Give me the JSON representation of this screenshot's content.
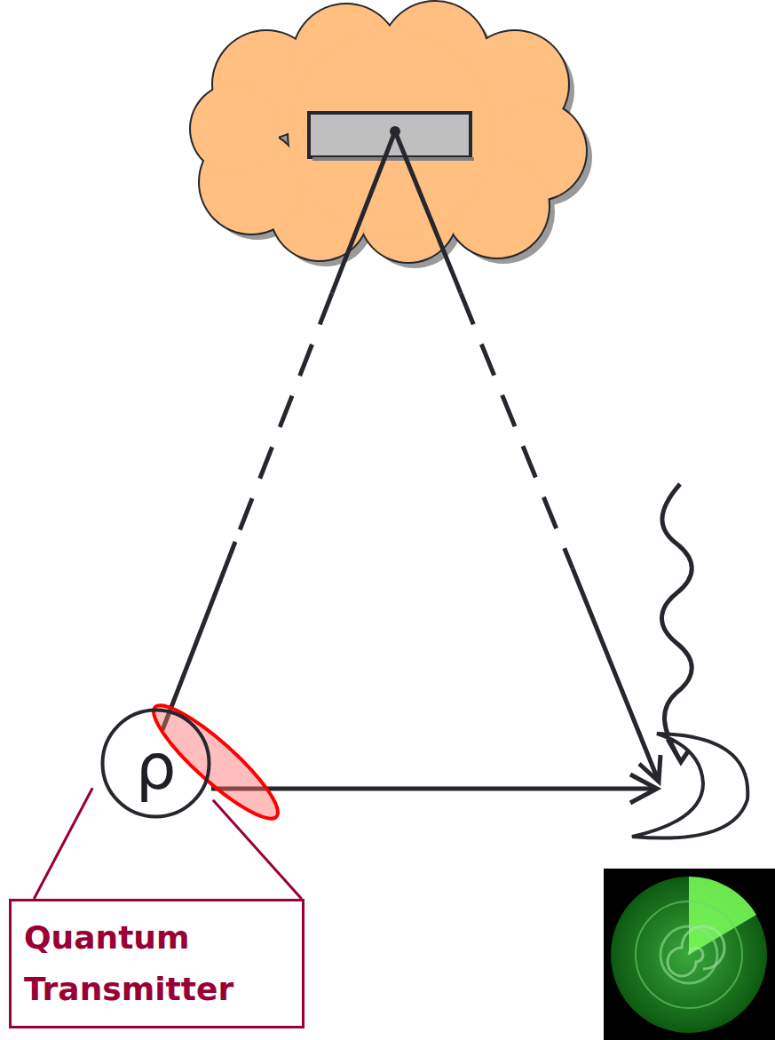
{
  "diagram": {
    "nodes": [
      {
        "text": [
          "ρ"
        ]
      },
      {
        "text": [
          "Quantum Transmitter"
        ]
      }
    ],
    "edges": [
      {
        "from": 1,
        "to": 0,
        "arrow": "none"
      },
      {
        "from": 1,
        "to": 0,
        "arrow": "none"
      }
    ]
  }
}
